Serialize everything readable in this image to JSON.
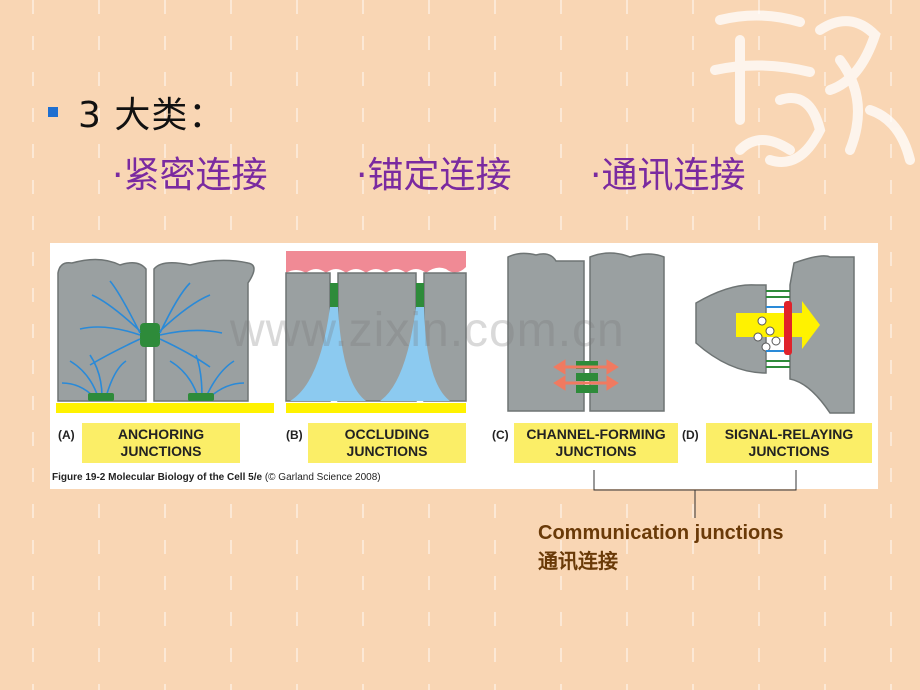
{
  "heading": {
    "text": "3 大类："
  },
  "types": [
    "·紧密连接",
    "·锚定连接",
    "·通讯连接"
  ],
  "figure": {
    "panels": [
      {
        "letter": "(A)",
        "label_line1": "ANCHORING",
        "label_line2": "JUNCTIONS"
      },
      {
        "letter": "(B)",
        "label_line1": "OCCLUDING",
        "label_line2": "JUNCTIONS"
      },
      {
        "letter": "(C)",
        "label_line1": "CHANNEL-FORMING",
        "label_line2": "JUNCTIONS"
      },
      {
        "letter": "(D)",
        "label_line1": "SIGNAL-RELAYING",
        "label_line2": "JUNCTIONS"
      }
    ],
    "caption_bold": "Figure 19-2  Molecular Biology of the Cell 5/e",
    "caption_rest": " (© Garland Science 2008)",
    "watermark": "www.zixin.com.cn"
  },
  "communication": {
    "english": "Communication junctions",
    "chinese": "通讯连接"
  },
  "colors": {
    "background": "#f9d6b4",
    "bullet": "#1f6fd0",
    "purple_text": "#7a2aa0",
    "brown_text": "#6a3a08",
    "label_yellow": "#fbee67"
  }
}
